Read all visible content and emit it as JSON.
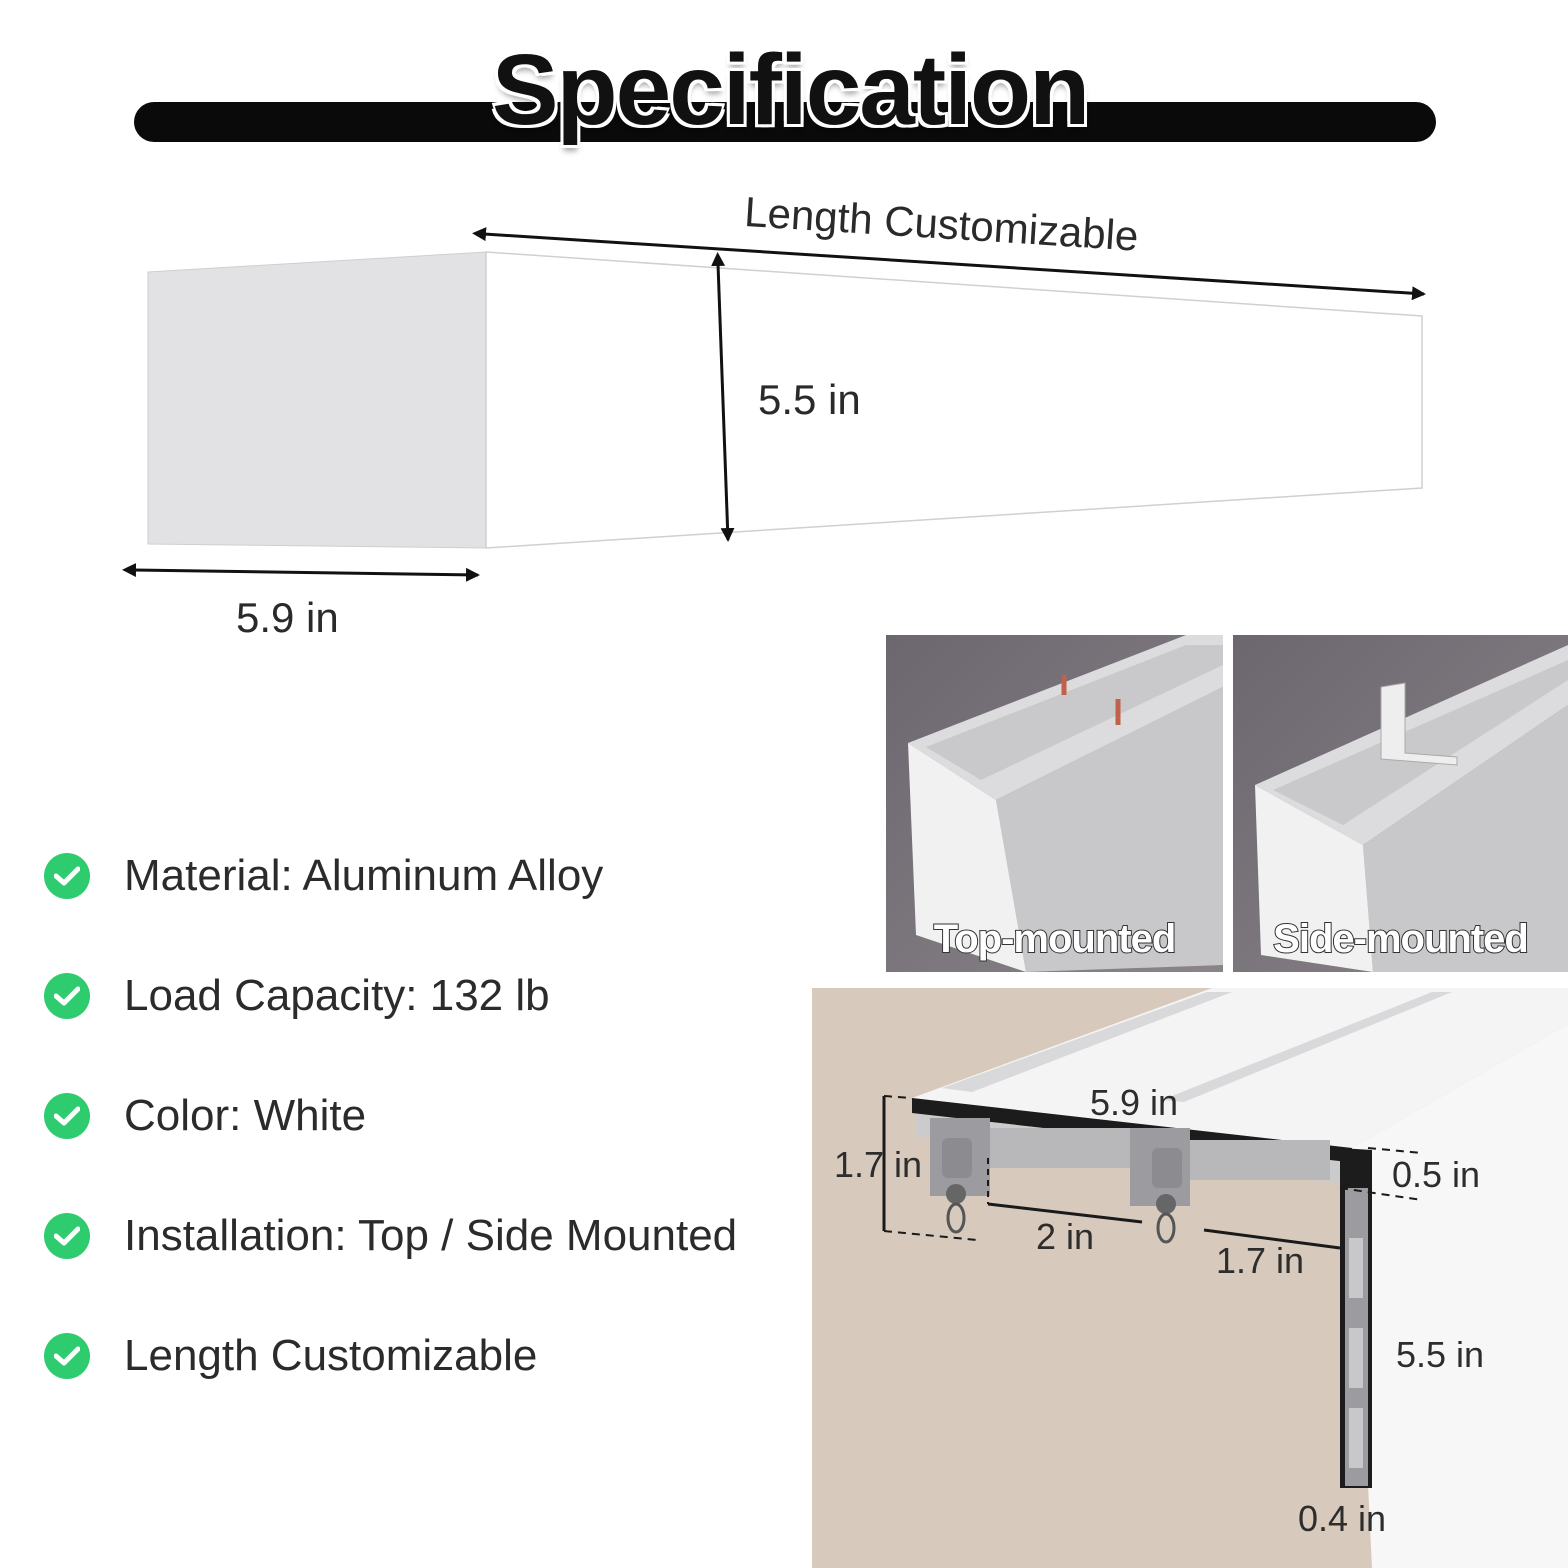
{
  "header": {
    "title": "Specification"
  },
  "dimensions_diagram": {
    "length_label": "Length Customizable",
    "height_label": "5.5 in",
    "width_label": "5.9 in"
  },
  "features": [
    {
      "icon": "check-circle-icon",
      "text": "Material: Aluminum Alloy"
    },
    {
      "icon": "check-circle-icon",
      "text": "Load Capacity: 132 lb"
    },
    {
      "icon": "check-circle-icon",
      "text": "Color: White"
    },
    {
      "icon": "check-circle-icon",
      "text": "Installation: Top / Side Mounted"
    },
    {
      "icon": "check-circle-icon",
      "text": "Length Customizable"
    }
  ],
  "mount_photos": {
    "top": {
      "label": "Top-mounted"
    },
    "side": {
      "label": "Side-mounted"
    }
  },
  "cross_section": {
    "top_width": "5.9 in",
    "rail_height": "1.7 in",
    "track_spacing": "2 in",
    "track_offset": "1.7 in",
    "top_thickness": "0.5 in",
    "side_height": "5.5 in",
    "side_thickness": "0.4 in"
  },
  "colors": {
    "check": "#2ecc6e",
    "title_bar": "#0a0a0a",
    "wall": "#d8cbbd",
    "photo_bg": "#7a7478"
  }
}
